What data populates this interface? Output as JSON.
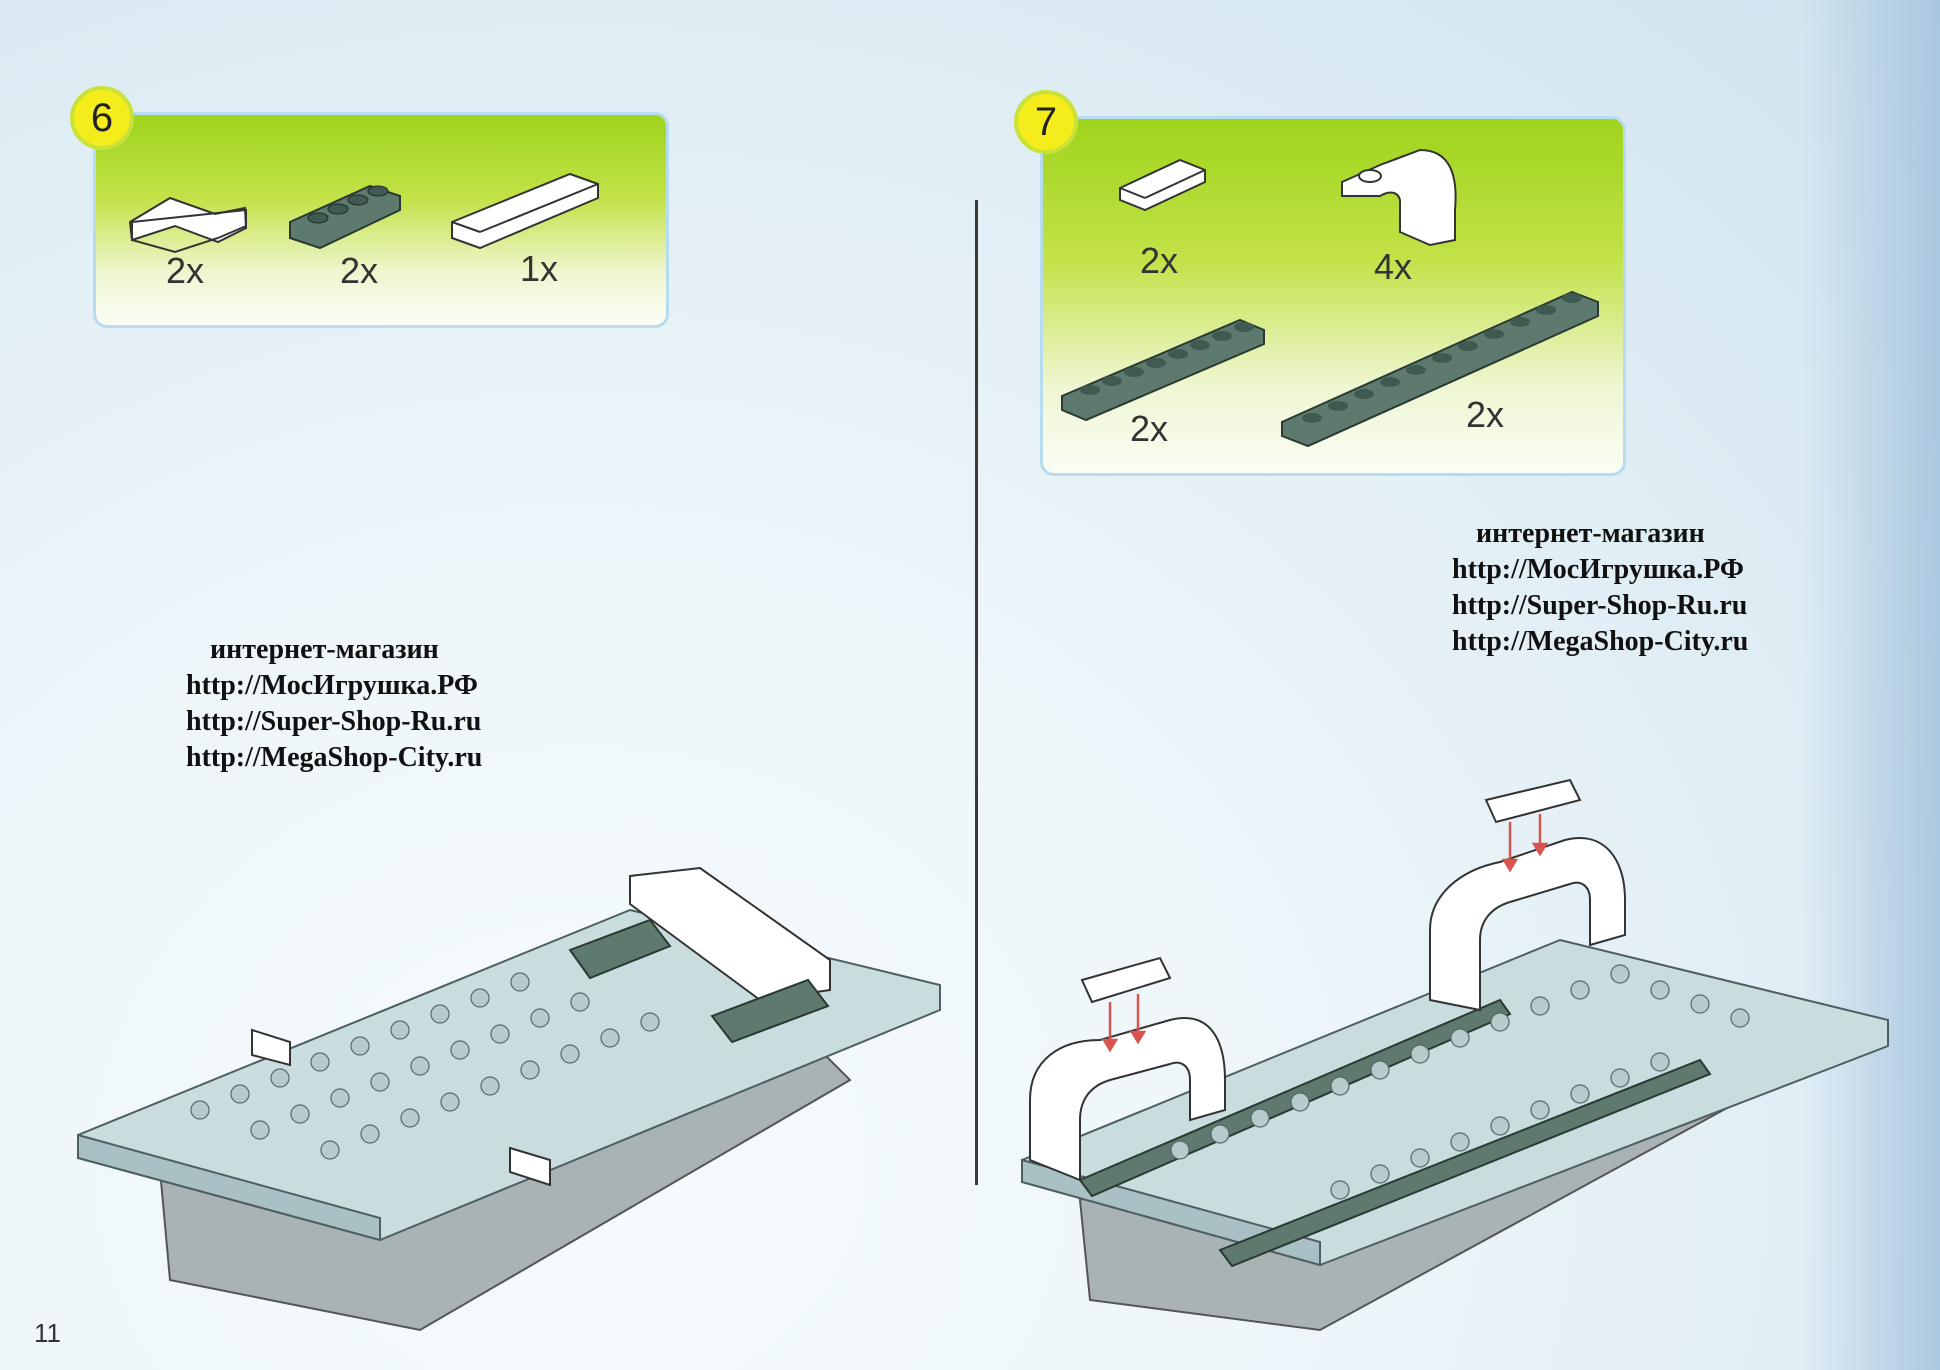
{
  "page_number": "11",
  "steps": [
    {
      "number": "6",
      "parts": [
        {
          "qty": "2x",
          "part": "white L-plate"
        },
        {
          "qty": "2x",
          "part": "dark green 1x4 plate"
        },
        {
          "qty": "1x",
          "part": "white 1x6 tile"
        }
      ]
    },
    {
      "number": "7",
      "parts": [
        {
          "qty": "2x",
          "part": "white 1x2 tile"
        },
        {
          "qty": "4x",
          "part": "white arch bracket"
        },
        {
          "qty": "2x",
          "part": "dark green 1x8 plate"
        },
        {
          "qty": "2x",
          "part": "dark green 1x12 plate"
        }
      ]
    }
  ],
  "shop_left": {
    "header": "интернет-магазин",
    "lines": [
      "http://МосИгрушка.РФ",
      "http://Super-Shop-Ru.ru",
      "http://MegaShop-City.ru"
    ]
  },
  "shop_right": {
    "header": "интернет-магазин",
    "lines": [
      "http://МосИгрушка.РФ",
      "http://Super-Shop-Ru.ru",
      "http://MegaShop-City.ru"
    ]
  },
  "colors": {
    "panel_green": "#9ed41c",
    "badge_yellow": "#f5ec1c",
    "plate_light": "#c9dcde",
    "plate_dark": "#5e7a6e",
    "arrow_red": "#d9534f"
  }
}
